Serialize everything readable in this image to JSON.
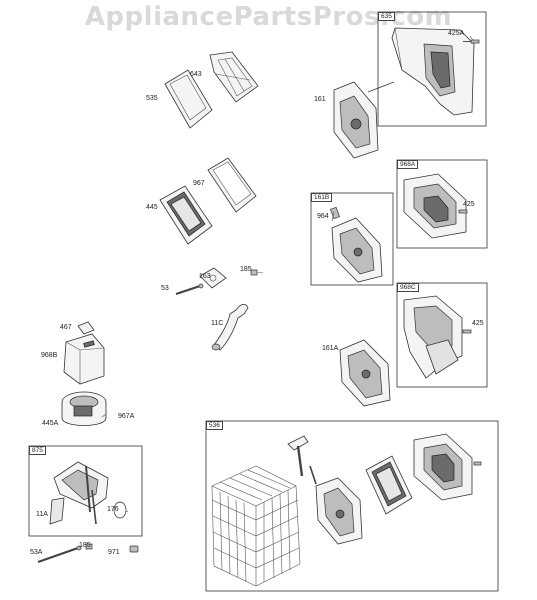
{
  "watermark": "AppliancePartsPros.com",
  "groups": {
    "g635": "635",
    "g968A": "968A",
    "g161B": "161B",
    "g968C": "968C",
    "g536": "536",
    "g875": "875"
  },
  "labels": {
    "p425A": "425A",
    "p643": "643",
    "p535": "535",
    "p161": "161",
    "p967": "967",
    "p445": "445",
    "p425_1": "425",
    "p964": "964",
    "p163": "163",
    "p185_1": "185",
    "p53": "53",
    "p11C": "11C",
    "p425_2": "425",
    "p161A": "161A",
    "p467": "467",
    "p968B": "968B",
    "p445A": "445A",
    "p967A": "967A",
    "p11A": "11A",
    "p176": "176",
    "p53A": "53A",
    "p185_2": "185",
    "p971": "971"
  }
}
